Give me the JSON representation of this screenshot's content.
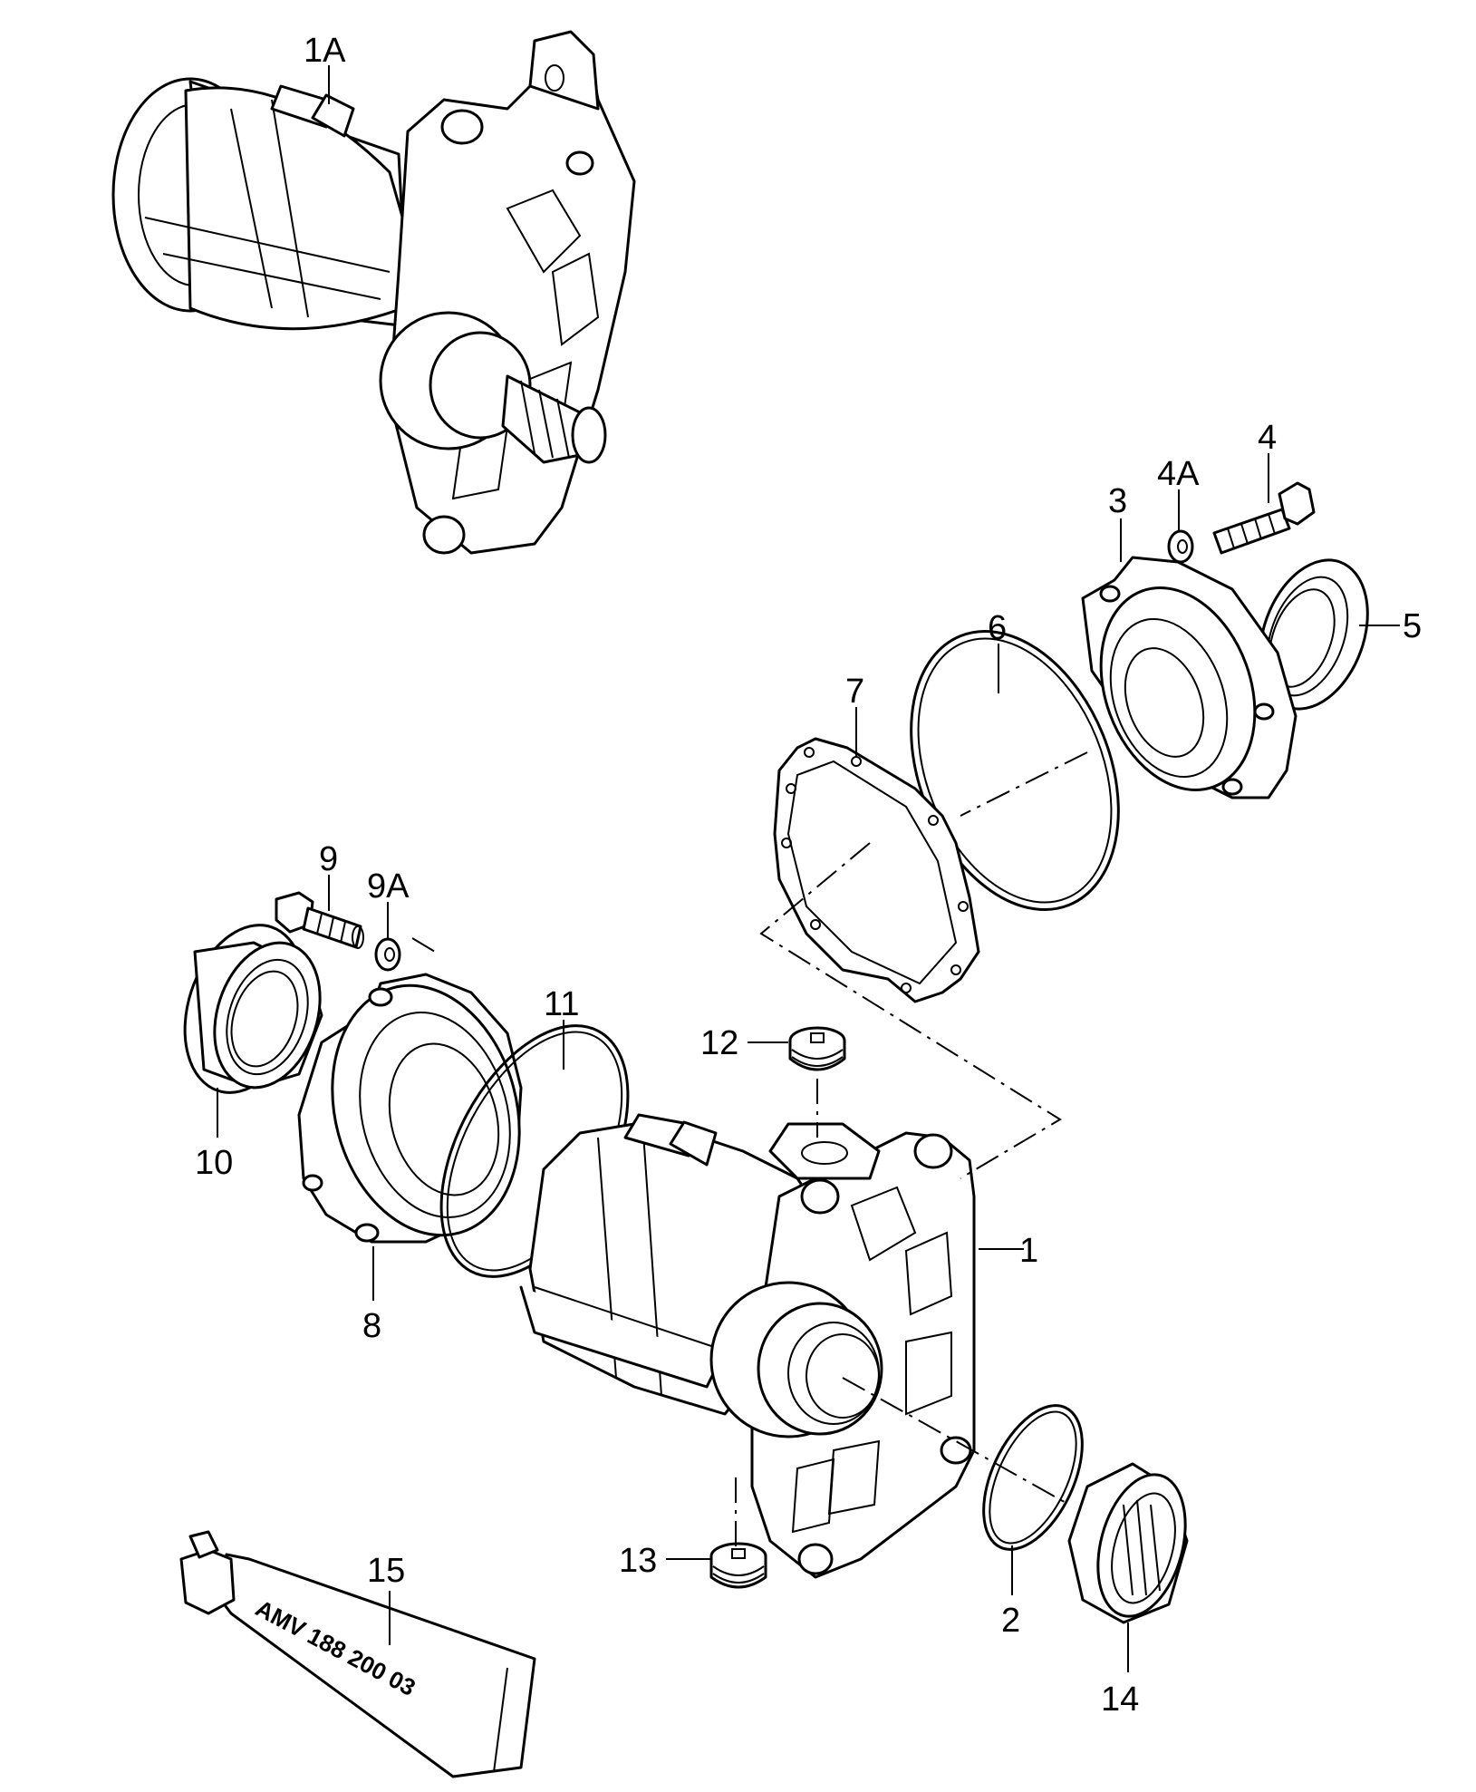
{
  "callouts": {
    "c1A": "1A",
    "c1": "1",
    "c2": "2",
    "c3": "3",
    "c4": "4",
    "c4A": "4A",
    "c5": "5",
    "c6": "6",
    "c7": "7",
    "c8": "8",
    "c9": "9",
    "c9A": "9A",
    "c10": "10",
    "c11": "11",
    "c12": "12",
    "c13": "13",
    "c14": "14",
    "c15": "15"
  },
  "tube_label": "AMV 188 200 03",
  "colors": {
    "ink": "#000000",
    "paper": "#ffffff"
  }
}
